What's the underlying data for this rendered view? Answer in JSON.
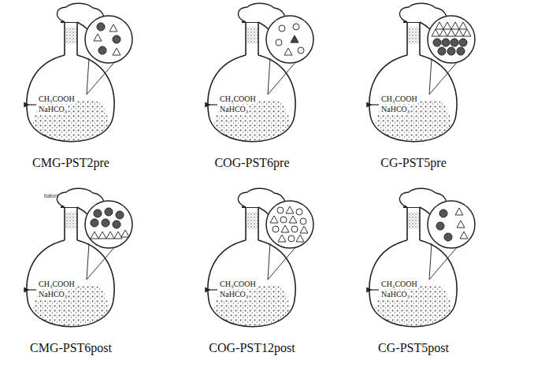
{
  "diagram": {
    "labels": [
      "CH₃COOH",
      "NaHCO₃",
      "CMG-PST2pre",
      "CH₃COOH",
      "NaHCO₃",
      "COG-PST6pre",
      "CH₃COOH",
      "NaHCO₃",
      "CG-PST5pre",
      "balon",
      "CH₃COOH",
      "NaHCO₃",
      "CMG-PST6post",
      "CH₃COOH",
      "NaHCO₃",
      "COG-PST12post",
      "CH₃COOH",
      "NaHCO₃",
      "CG-PST5post"
    ]
  }
}
